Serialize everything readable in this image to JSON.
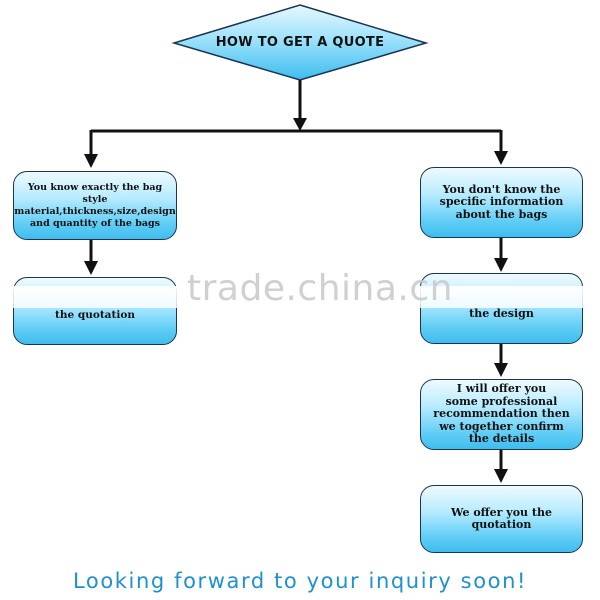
{
  "title": "HOW TO GET A QUOTE",
  "left": {
    "box1": "You know exactly the bag style\nmaterial,thickness,size,design\nand quantity of the bags",
    "box2": "the quotation"
  },
  "right": {
    "box1": "You don't know the\nspecific information\nabout the bags",
    "box2": "the design",
    "box3": "I will offer you\nsome professional\nrecommendation then\nwe together confirm\nthe details",
    "box4": "We offer you the\nquotation"
  },
  "watermark": "trade.china.cn",
  "footer": "Looking forward to your inquiry soon!",
  "colors": {
    "diamond_fill": "#56c8f2",
    "box_border": "#1b3550",
    "footer_text": "#1e90d0",
    "arrow": "#111111"
  }
}
